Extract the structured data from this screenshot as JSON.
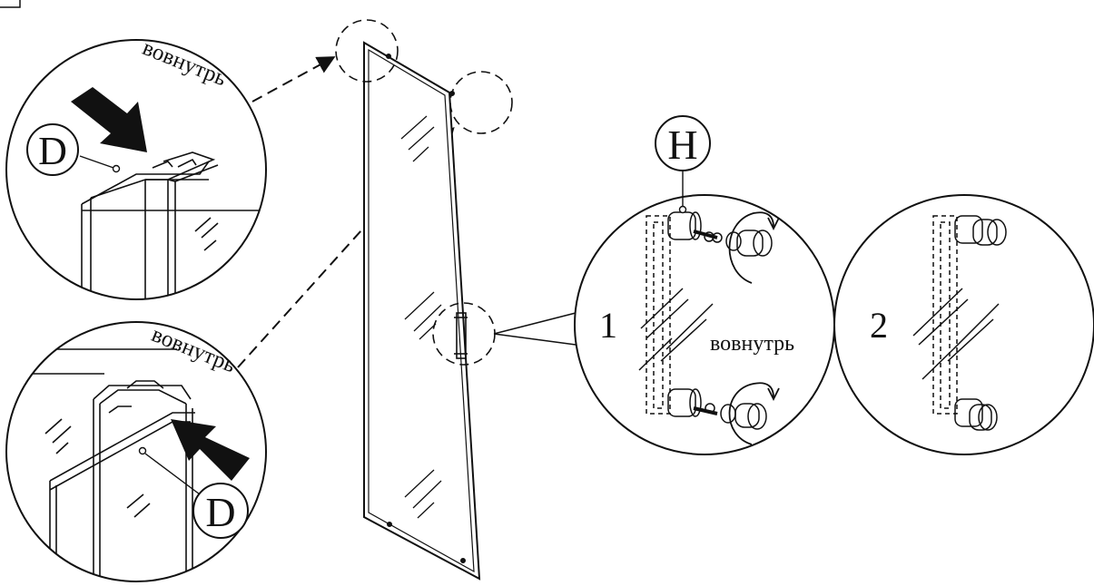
{
  "labels": {
    "inward_top_left": "вовнутрь",
    "inward_bottom_left": "вовнутрь",
    "inward_handle": "вовнутрь"
  },
  "markers": {
    "part_d_top": "D",
    "part_d_bottom": "D",
    "part_h": "H"
  },
  "steps": {
    "step_1": "1",
    "step_2": "2"
  },
  "colors": {
    "line": "#111111",
    "background": "#ffffff"
  },
  "icons": {
    "rotate": "rotate-clockwise-icon",
    "direction": "arrow-icon"
  }
}
